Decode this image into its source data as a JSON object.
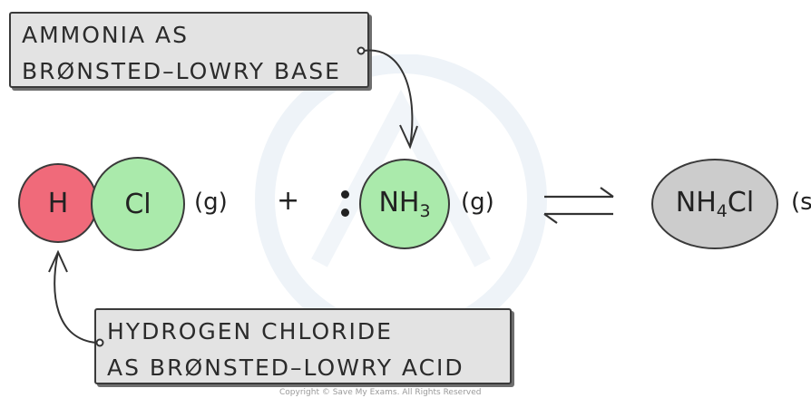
{
  "labels": {
    "base_line1": "AMMONIA AS",
    "base_line2": "BRØNSTED–LOWRY BASE",
    "acid_line1": "HYDROGEN CHLORIDE",
    "acid_line2": "AS BRØNSTED–LOWRY ACID"
  },
  "equation": {
    "h": "H",
    "cl": "Cl",
    "state_hcl": "(g)",
    "plus": "+",
    "nh3_prefix": "NH",
    "nh3_sub": "3",
    "state_nh3": "(g)",
    "nh4cl_prefix": "NH",
    "nh4cl_sub": "4",
    "nh4cl_suffix": "Cl",
    "state_nh4cl": "(s)"
  },
  "colors": {
    "hydrogen": "#f06a7a",
    "chlorine": "#aaeaab",
    "ammonia": "#aaeaab",
    "ammonium_chloride": "#cccccc",
    "label_box": "#e3e3e3"
  },
  "footer": {
    "copyright": "Copyright © Save My Exams. All Rights Reserved"
  }
}
